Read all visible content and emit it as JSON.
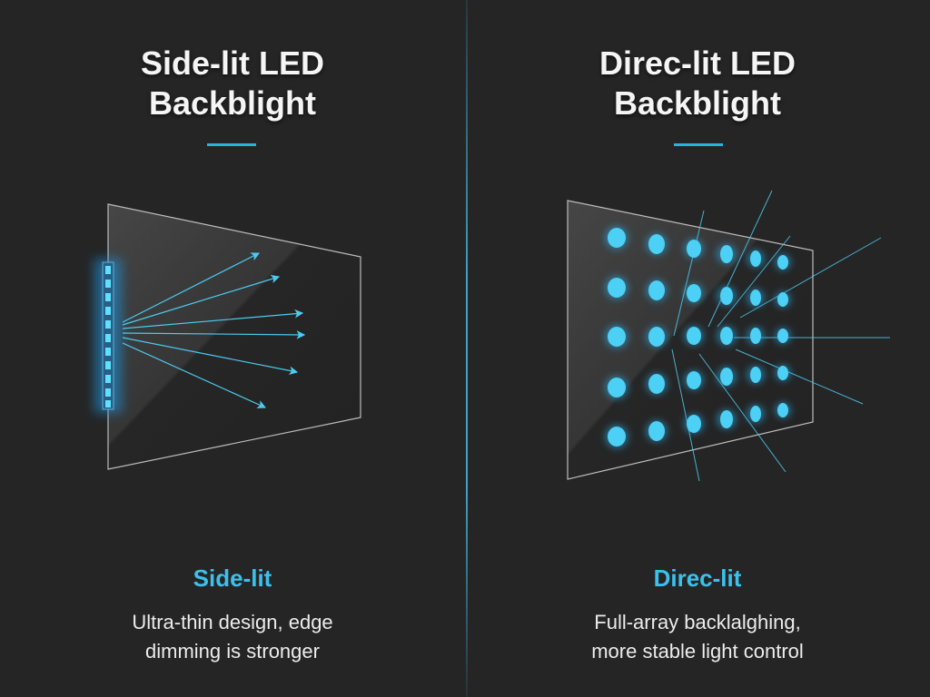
{
  "left": {
    "title_line1": "Side-lit LED",
    "title_line2": "Backblight",
    "subtitle": "Side-lit",
    "desc_line1": "Ultra-thin design, edge",
    "desc_line2": "dimming is stronger"
  },
  "right": {
    "title_line1": "Direc-lit LED",
    "title_line2": "Backblight",
    "subtitle": "Direc-lit",
    "desc_line1": "Full-array backlalghing,",
    "desc_line2": "more stable light control"
  },
  "colors": {
    "background": "#252525",
    "accent": "#2bb3e0",
    "subtitle": "#3cc0ec",
    "title": "#f5f5f5"
  }
}
